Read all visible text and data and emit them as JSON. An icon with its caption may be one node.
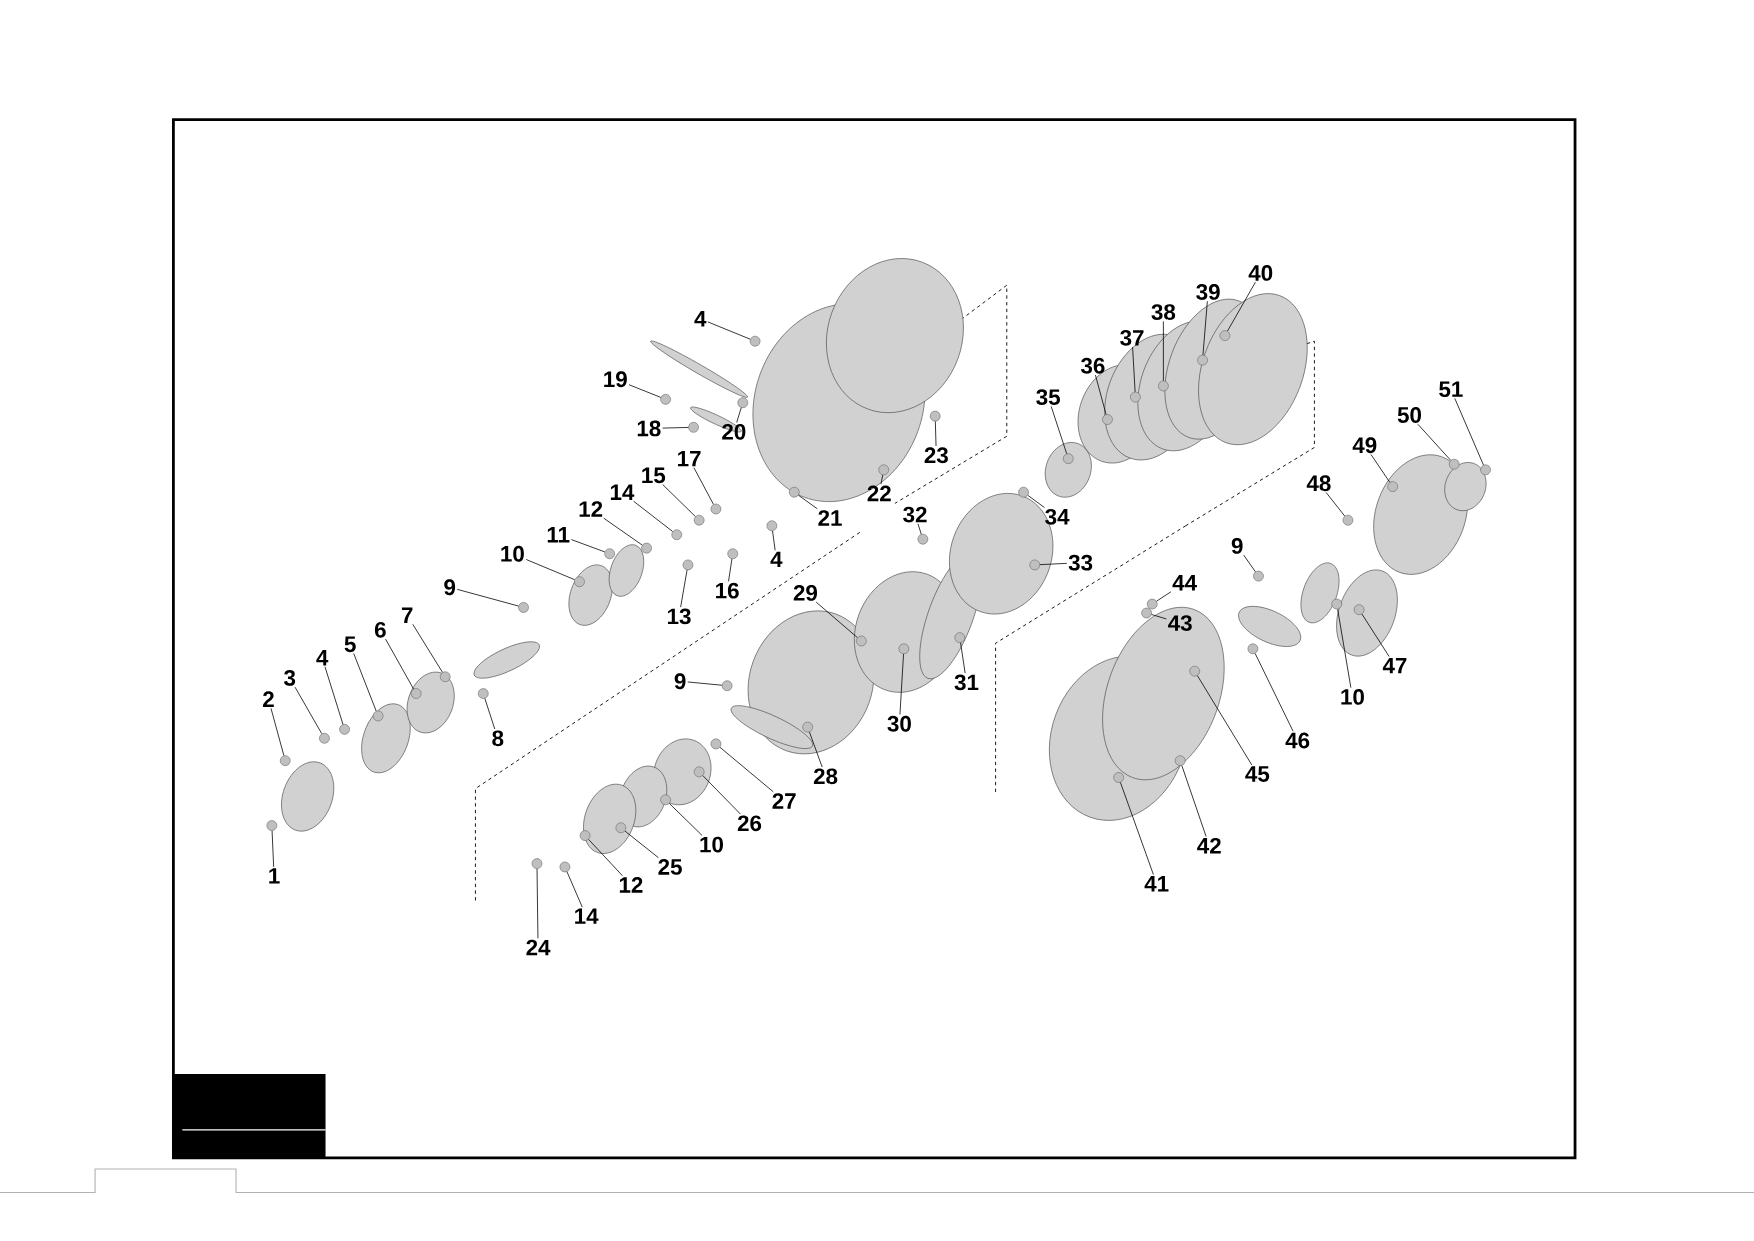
{
  "diagram": {
    "nodes": [
      {
        "text": [
          "1"
        ]
      },
      {
        "text": [
          "2"
        ]
      },
      {
        "text": [
          "3"
        ]
      },
      {
        "text": [
          "4"
        ]
      },
      {
        "text": [
          "5"
        ]
      },
      {
        "text": [
          "6"
        ]
      },
      {
        "text": [
          "7"
        ]
      },
      {
        "text": [
          "8"
        ]
      },
      {
        "text": [
          "9"
        ]
      },
      {
        "text": [
          "10"
        ]
      },
      {
        "text": [
          "11"
        ]
      },
      {
        "text": [
          "12"
        ]
      },
      {
        "text": [
          "14"
        ]
      },
      {
        "text": [
          "15"
        ]
      },
      {
        "text": [
          "17"
        ]
      },
      {
        "text": [
          "13"
        ]
      },
      {
        "text": [
          "16"
        ]
      },
      {
        "text": [
          "4"
        ]
      },
      {
        "text": [
          "19"
        ]
      },
      {
        "text": [
          "18"
        ]
      },
      {
        "text": [
          "20"
        ]
      },
      {
        "text": [
          "4"
        ]
      },
      {
        "text": [
          "23"
        ]
      },
      {
        "text": [
          "22"
        ]
      },
      {
        "text": [
          "21"
        ]
      },
      {
        "text": [
          "32"
        ]
      },
      {
        "text": [
          "29"
        ]
      },
      {
        "text": [
          "9"
        ]
      },
      {
        "text": [
          "28"
        ]
      },
      {
        "text": [
          "27"
        ]
      },
      {
        "text": [
          "26"
        ]
      },
      {
        "text": [
          "10"
        ]
      },
      {
        "text": [
          "25"
        ]
      },
      {
        "text": [
          "12"
        ]
      },
      {
        "text": [
          "14"
        ]
      },
      {
        "text": [
          "24"
        ]
      },
      {
        "text": [
          "30"
        ]
      },
      {
        "text": [
          "31"
        ]
      },
      {
        "text": [
          "33"
        ]
      },
      {
        "text": [
          "34"
        ]
      },
      {
        "text": [
          "35"
        ]
      },
      {
        "text": [
          "36"
        ]
      },
      {
        "text": [
          "37"
        ]
      },
      {
        "text": [
          "38"
        ]
      },
      {
        "text": [
          "39"
        ]
      },
      {
        "text": [
          "40"
        ]
      },
      {
        "text": [
          "44"
        ]
      },
      {
        "text": [
          "43"
        ]
      },
      {
        "text": [
          "45"
        ]
      },
      {
        "text": [
          "46"
        ]
      },
      {
        "text": [
          "41"
        ]
      },
      {
        "text": [
          "42"
        ]
      },
      {
        "text": [
          "9"
        ]
      },
      {
        "text": [
          "48"
        ]
      },
      {
        "text": [
          "10"
        ]
      },
      {
        "text": [
          "47"
        ]
      },
      {
        "text": [
          "49"
        ]
      },
      {
        "text": [
          "50"
        ]
      },
      {
        "text": [
          "51"
        ]
      },
      {
        "text": [],
        "shape": "circle"
      },
      {
        "text": [],
        "shape": "circle"
      },
      {
        "text": [],
        "shape": "circle"
      },
      {
        "text": [],
        "shape": "circle"
      },
      {
        "text": [],
        "shape": "circle"
      },
      {
        "text": [],
        "shape": "circle"
      },
      {
        "text": [],
        "shape": "circle"
      },
      {
        "text": [],
        "shape": "circle"
      },
      {
        "text": [],
        "shape": "circle"
      },
      {
        "text": [],
        "shape": "circle"
      },
      {
        "text": [],
        "shape": "circle"
      },
      {
        "text": [],
        "shape": "circle"
      },
      {
        "text": [],
        "shape": "circle"
      },
      {
        "text": [],
        "shape": "circle"
      },
      {
        "text": [],
        "shape": "circle"
      },
      {
        "text": [],
        "shape": "circle"
      },
      {
        "text": [],
        "shape": "circle"
      },
      {
        "text": [],
        "shape": "circle"
      },
      {
        "text": [],
        "shape": "circle"
      },
      {
        "text": [],
        "shape": "circle"
      },
      {
        "text": [],
        "shape": "circle"
      },
      {
        "text": [],
        "shape": "circle"
      },
      {
        "text": [],
        "shape": "circle"
      },
      {
        "text": [],
        "shape": "circle"
      },
      {
        "text": [],
        "shape": "circle"
      },
      {
        "text": [],
        "shape": "circle"
      },
      {
        "text": [],
        "shape": "circle"
      },
      {
        "text": [],
        "shape": "circle"
      },
      {
        "text": [],
        "shape": "circle"
      },
      {
        "text": [],
        "shape": "circle"
      },
      {
        "text": [],
        "shape": "circle"
      },
      {
        "text": [],
        "shape": "circle"
      },
      {
        "text": [],
        "shape": "circle"
      },
      {
        "text": [],
        "shape": "circle"
      },
      {
        "text": [],
        "shape": "circle"
      },
      {
        "text": [],
        "shape": "circle"
      },
      {
        "text": [],
        "shape": "circle"
      },
      {
        "text": [],
        "shape": "circle"
      },
      {
        "text": [],
        "shape": "circle"
      },
      {
        "text": [],
        "shape": "circle"
      },
      {
        "text": [],
        "shape": "circle"
      },
      {
        "text": [],
        "shape": "circle"
      },
      {
        "text": [],
        "shape": "circle"
      },
      {
        "text": [],
        "shape": "circle"
      },
      {
        "text": [],
        "shape": "circle"
      },
      {
        "text": [],
        "shape": "circle"
      },
      {
        "text": [],
        "shape": "circle"
      },
      {
        "text": [],
        "shape": "circle"
      },
      {
        "text": [],
        "shape": "circle"
      },
      {
        "text": [],
        "shape": "circle"
      },
      {
        "text": [],
        "shape": "circle"
      },
      {
        "text": [],
        "shape": "circle"
      },
      {
        "text": [],
        "shape": "circle"
      },
      {
        "text": [],
        "shape": "circle"
      },
      {
        "text": [],
        "shape": "circle"
      },
      {
        "text": [],
        "shape": "circle"
      },
      {
        "text": [],
        "shape": "circle"
      },
      {
        "text": [],
        "shape": "circle"
      },
      {
        "text": [],
        "shape": "circle"
      }
    ],
    "edges": [
      {
        "from": 0,
        "to": 59,
        "arrow": "none"
      },
      {
        "from": 1,
        "to": 60,
        "arrow": "none"
      },
      {
        "from": 2,
        "to": 61,
        "arrow": "none"
      },
      {
        "from": 3,
        "to": 62,
        "arrow": "none"
      },
      {
        "from": 4,
        "to": 63,
        "arrow": "none"
      },
      {
        "from": 5,
        "to": 64,
        "arrow": "none"
      },
      {
        "from": 6,
        "to": 65,
        "arrow": "none"
      },
      {
        "from": 7,
        "to": 66,
        "arrow": "none"
      },
      {
        "from": 8,
        "to": 67,
        "arrow": "none"
      },
      {
        "from": 9,
        "to": 68,
        "arrow": "none"
      },
      {
        "from": 10,
        "to": 69,
        "arrow": "none"
      },
      {
        "from": 11,
        "to": 70,
        "arrow": "none"
      },
      {
        "from": 12,
        "to": 71,
        "arrow": "none"
      },
      {
        "from": 13,
        "to": 72,
        "arrow": "none"
      },
      {
        "from": 14,
        "to": 73,
        "arrow": "none"
      },
      {
        "from": 15,
        "to": 74,
        "arrow": "none"
      },
      {
        "from": 16,
        "to": 75,
        "arrow": "none"
      },
      {
        "from": 17,
        "to": 76,
        "arrow": "none"
      },
      {
        "from": 18,
        "to": 77,
        "arrow": "none"
      },
      {
        "from": 19,
        "to": 78,
        "arrow": "none"
      },
      {
        "from": 20,
        "to": 79,
        "arrow": "none"
      },
      {
        "from": 21,
        "to": 80,
        "arrow": "none"
      },
      {
        "from": 22,
        "to": 81,
        "arrow": "none"
      },
      {
        "from": 23,
        "to": 82,
        "arrow": "none"
      },
      {
        "from": 24,
        "to": 83,
        "arrow": "none"
      },
      {
        "from": 25,
        "to": 84,
        "arrow": "none"
      },
      {
        "from": 26,
        "to": 85,
        "arrow": "none"
      },
      {
        "from": 27,
        "to": 86,
        "arrow": "none"
      },
      {
        "from": 28,
        "to": 87,
        "arrow": "none"
      },
      {
        "from": 29,
        "to": 88,
        "arrow": "none"
      },
      {
        "from": 30,
        "to": 89,
        "arrow": "none"
      },
      {
        "from": 31,
        "to": 90,
        "arrow": "none"
      },
      {
        "from": 32,
        "to": 91,
        "arrow": "none"
      },
      {
        "from": 33,
        "to": 92,
        "arrow": "none"
      },
      {
        "from": 34,
        "to": 93,
        "arrow": "none"
      },
      {
        "from": 35,
        "to": 94,
        "arrow": "none"
      },
      {
        "from": 36,
        "to": 95,
        "arrow": "none"
      },
      {
        "from": 37,
        "to": 96,
        "arrow": "none"
      },
      {
        "from": 38,
        "to": 97,
        "arrow": "none"
      },
      {
        "from": 39,
        "to": 98,
        "arrow": "none"
      },
      {
        "from": 40,
        "to": 99,
        "arrow": "none"
      },
      {
        "from": 41,
        "to": 100,
        "arrow": "none"
      },
      {
        "from": 42,
        "to": 101,
        "arrow": "none"
      },
      {
        "from": 43,
        "to": 102,
        "arrow": "none"
      },
      {
        "from": 44,
        "to": 103,
        "arrow": "none"
      },
      {
        "from": 45,
        "to": 104,
        "arrow": "none"
      },
      {
        "from": 46,
        "to": 105,
        "arrow": "none"
      },
      {
        "from": 47,
        "to": 106,
        "arrow": "none"
      },
      {
        "from": 48,
        "to": 107,
        "arrow": "none"
      },
      {
        "from": 49,
        "to": 108,
        "arrow": "none"
      },
      {
        "from": 50,
        "to": 109,
        "arrow": "none"
      },
      {
        "from": 51,
        "to": 110,
        "arrow": "none"
      },
      {
        "from": 52,
        "to": 111,
        "arrow": "none"
      },
      {
        "from": 53,
        "to": 112,
        "arrow": "none"
      },
      {
        "from": 54,
        "to": 113,
        "arrow": "none"
      },
      {
        "from": 55,
        "to": 114,
        "arrow": "none"
      },
      {
        "from": 56,
        "to": 115,
        "arrow": "none"
      },
      {
        "from": 57,
        "to": 116,
        "arrow": "none"
      },
      {
        "from": 58,
        "to": 117,
        "arrow": "none"
      }
    ]
  }
}
